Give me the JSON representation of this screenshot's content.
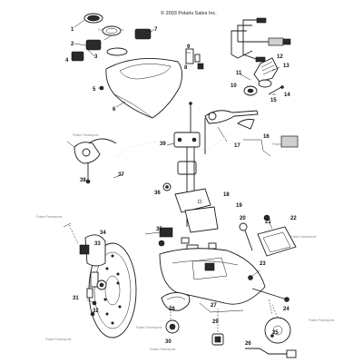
{
  "copyright": "© 2003 Polaris Sales Inc.",
  "watermark": "Polaris Powersports",
  "callouts": [
    "1",
    "2",
    "3",
    "4",
    "5",
    "6",
    "7",
    "8",
    "9",
    "10",
    "11",
    "12",
    "13",
    "14",
    "15",
    "16",
    "17",
    "18",
    "19",
    "20",
    "21",
    "22",
    "23",
    "24",
    "25",
    "26",
    "27",
    "28",
    "29",
    "30",
    "31",
    "32",
    "33",
    "34",
    "35",
    "36",
    "37",
    "38",
    "39"
  ]
}
